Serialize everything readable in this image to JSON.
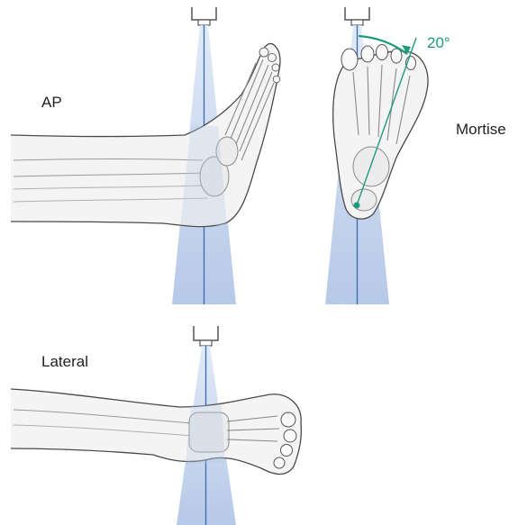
{
  "views": {
    "ap": {
      "label": "AP"
    },
    "mortise": {
      "label": "Mortise",
      "rotation": "20°"
    },
    "lateral": {
      "label": "Lateral"
    }
  },
  "colors": {
    "beam_fill": "#b9cbe6",
    "beam_center": "#3a6bb0",
    "bone_stroke": "#8a8a8a",
    "skin_stroke": "#4a4a4a",
    "angle_accent": "#1f9a7a"
  },
  "icons": [
    "xray-source-icon",
    "xray-beam-icon",
    "leg-foot-icon",
    "angle-arc-icon"
  ]
}
